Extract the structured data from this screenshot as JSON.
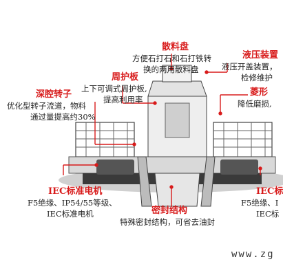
{
  "colors": {
    "accent": "#d81b1b",
    "text": "#222222",
    "machine_light": "#e8e8e8",
    "machine_dark": "#3a3a3a"
  },
  "callouts": {
    "sanliaopan": {
      "title": "散料盘",
      "lines": [
        "方便石打石和石打铁转",
        "换的两用散料盘"
      ]
    },
    "yeya": {
      "title": "液压装置",
      "lines": [
        "液压开盖装置，",
        "检修维护"
      ]
    },
    "zhouhuban": {
      "title": "周护板",
      "lines": [
        "上下可调式周护板,",
        "提高利用率"
      ]
    },
    "shenqiang": {
      "title": "深腔转子",
      "lines": [
        "优化型转子流道，物料",
        "通过量提高约30%"
      ]
    },
    "lingxing": {
      "title": "菱形",
      "lines": [
        "降低磨损,"
      ]
    },
    "iec_left": {
      "title": "IEC标准电机",
      "lines": [
        "F5绝缘、IP54/55等级、",
        "IEC标准电机"
      ]
    },
    "mifeng": {
      "title": "密封结构",
      "lines": [
        "特殊密封结构，可省去油封"
      ]
    },
    "iec_right": {
      "title": "IEC标",
      "lines": [
        "F5绝缘、I",
        "IEC标"
      ]
    }
  },
  "watermark": "www.zg"
}
